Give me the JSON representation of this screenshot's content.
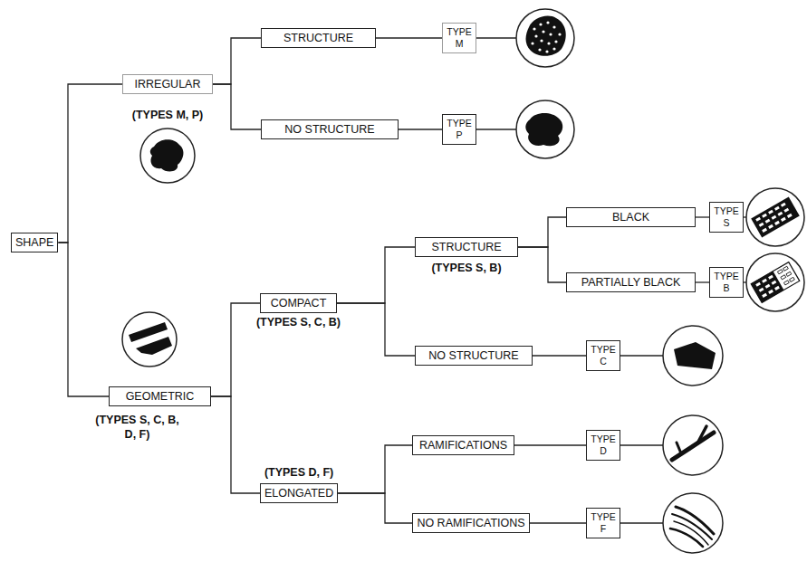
{
  "diagram": {
    "nodes": [
      {
        "text": [
          "SHAPE"
        ]
      },
      {
        "text": [
          "IRREGULAR",
          "(TYPES M, P)"
        ]
      },
      {
        "text": [
          "STRUCTURE"
        ]
      },
      {
        "text": [
          "TYPE M"
        ]
      },
      {
        "text": [
          "NO STRUCTURE"
        ]
      },
      {
        "text": [
          "TYPE P"
        ]
      },
      {
        "text": [
          "GEOMETRIC",
          "(TYPES S, C, B, D, F)"
        ]
      },
      {
        "text": [
          "COMPACT",
          "(TYPES S, C, B)"
        ]
      },
      {
        "text": [
          "STRUCTURE",
          "(TYPES S, B)"
        ]
      },
      {
        "text": [
          "BLACK"
        ]
      },
      {
        "text": [
          "TYPE S"
        ]
      },
      {
        "text": [
          "PARTIALLY BLACK"
        ]
      },
      {
        "text": [
          "TYPE B"
        ]
      },
      {
        "text": [
          "NO STRUCTURE"
        ]
      },
      {
        "text": [
          "TYPE C"
        ]
      },
      {
        "text": [
          "ELONGATED",
          "(TYPES D, F)"
        ]
      },
      {
        "text": [
          "RAMIFICATIONS"
        ]
      },
      {
        "text": [
          "TYPE D"
        ]
      },
      {
        "text": [
          "NO RAMIFICATIONS"
        ]
      },
      {
        "text": [
          "TYPE F"
        ]
      }
    ],
    "edges": [
      {
        "from": 0,
        "to": 1,
        "arrow": "none"
      },
      {
        "from": 0,
        "to": 6,
        "arrow": "none"
      },
      {
        "from": 1,
        "to": 2,
        "arrow": "none"
      },
      {
        "from": 1,
        "to": 4,
        "arrow": "none"
      },
      {
        "from": 2,
        "to": 3,
        "arrow": "none"
      },
      {
        "from": 4,
        "to": 5,
        "arrow": "none"
      },
      {
        "from": 6,
        "to": 7,
        "arrow": "none"
      },
      {
        "from": 6,
        "to": 15,
        "arrow": "none"
      },
      {
        "from": 7,
        "to": 8,
        "arrow": "none"
      },
      {
        "from": 7,
        "to": 13,
        "arrow": "none"
      },
      {
        "from": 8,
        "to": 9,
        "arrow": "none"
      },
      {
        "from": 8,
        "to": 11,
        "arrow": "none"
      },
      {
        "from": 9,
        "to": 10,
        "arrow": "none"
      },
      {
        "from": 11,
        "to": 12,
        "arrow": "none"
      },
      {
        "from": 13,
        "to": 14,
        "arrow": "none"
      },
      {
        "from": 15,
        "to": 16,
        "arrow": "none"
      },
      {
        "from": 15,
        "to": 18,
        "arrow": "none"
      },
      {
        "from": 16,
        "to": 17,
        "arrow": "none"
      },
      {
        "from": 18,
        "to": 19,
        "arrow": "none"
      }
    ]
  }
}
